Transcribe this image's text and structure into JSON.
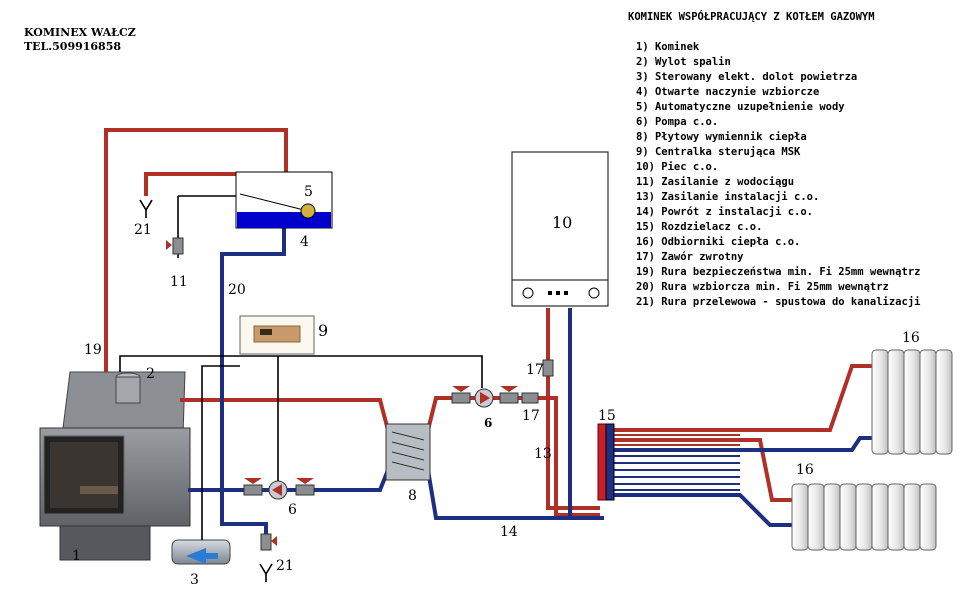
{
  "header": {
    "company_name": "KOMINEX WAŁCZ",
    "phone": "TEL.509916858",
    "title": "KOMINEK WSPÓŁPRACUJĄCY Z KOTŁEM GAZOWYM"
  },
  "legend": [
    "1) Kominek",
    "2) Wylot spalin",
    "3) Sterowany elekt. dolot powietrza",
    "4) Otwarte naczynie wzbiorcze",
    "5) Automatyczne uzupełnienie wody",
    "6) Pompa c.o.",
    "8) Płytowy wymiennik ciepła",
    "9) Centralka sterująca MSK",
    "10) Piec c.o.",
    "11) Zasilanie z wodociągu",
    "13) Zasilanie instalacji c.o.",
    "14) Powrót z instalacji c.o.",
    "15) Rozdzielacz c.o.",
    "16) Odbiorniki ciepła c.o.",
    "17) Zawór zwrotny",
    "19) Rura bezpieczeństwa min. Fi 25mm wewnątrz",
    "20) Rura wzbiorcza min. Fi 25mm wewnątrz",
    "21) Rura przelewowa - spustowa do kanalizacji"
  ],
  "labels": {
    "n1": "1",
    "n2": "2",
    "n3": "3",
    "n4": "4",
    "n5": "5",
    "n6a": "6",
    "n6b": "6",
    "n8": "8",
    "n9": "9",
    "n10": "10",
    "n11": "11",
    "n13": "13",
    "n14": "14",
    "n15": "15",
    "n16a": "16",
    "n16b": "16",
    "n17a": "17",
    "n17b": "17",
    "n19": "19",
    "n20": "20",
    "n21a": "21",
    "n21b": "21"
  },
  "colors": {
    "supply_pipe": "#b03028",
    "return_pipe": "#1c2f80",
    "water": "#0000cc",
    "valve_handle": "#b03028"
  }
}
